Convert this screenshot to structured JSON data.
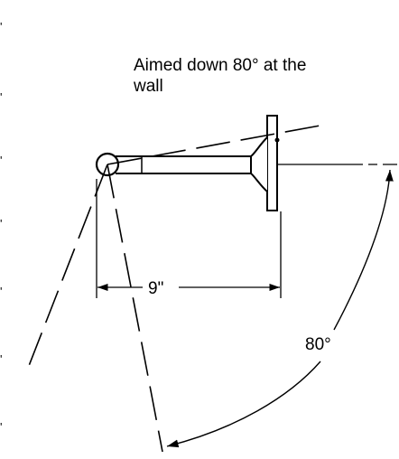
{
  "caption": "Aimed down 80° at the wall",
  "dimensions": {
    "arm_length": "9\"",
    "aim_angle": "80°"
  },
  "scale_marks": [
    "'",
    "'",
    "'",
    "'",
    "'",
    "'",
    "'"
  ]
}
